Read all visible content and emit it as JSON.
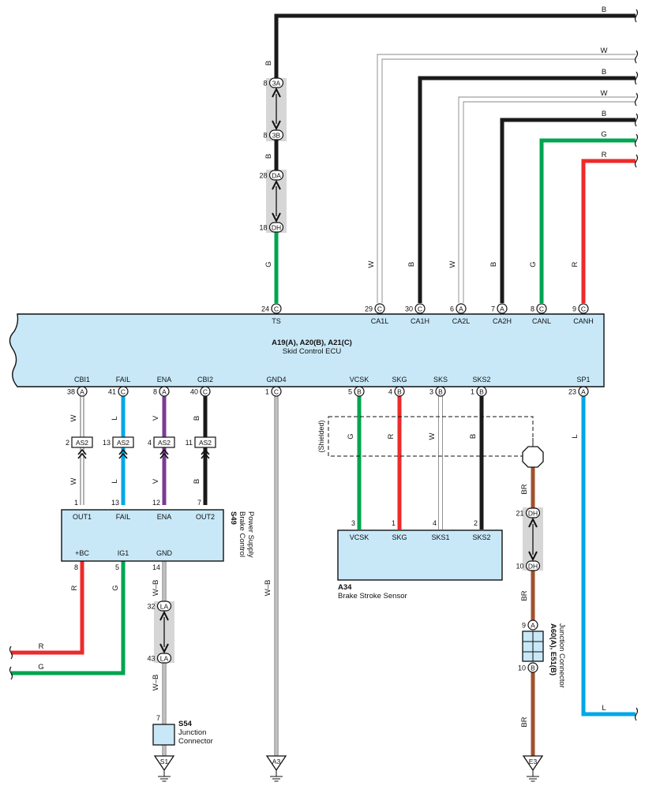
{
  "colors": {
    "B": "#1a1a1a",
    "W": "#ffffff",
    "G": "#00a550",
    "R": "#ee2a2a",
    "L": "#00a7e8",
    "V": "#7a3c96",
    "BR": "#a0522d",
    "W-B": "#ffffff",
    "module_fill": "#c8e8f8",
    "connector_fill": "#d6d6d6"
  },
  "ecu": {
    "name": "A19(A), A20(B), A21(C)",
    "desc": "Skid Control ECU",
    "top_pins": [
      {
        "num": "24",
        "conn": "C",
        "label": "TS"
      },
      {
        "num": "29",
        "conn": "C",
        "label": "CA1L"
      },
      {
        "num": "30",
        "conn": "C",
        "label": "CA1H"
      },
      {
        "num": "6",
        "conn": "A",
        "label": "CA2L"
      },
      {
        "num": "7",
        "conn": "A",
        "label": "CA2H"
      },
      {
        "num": "8",
        "conn": "C",
        "label": "CANL"
      },
      {
        "num": "9",
        "conn": "C",
        "label": "CANH"
      }
    ],
    "bottom_pins": [
      {
        "num": "38",
        "conn": "A",
        "label": "CBI1"
      },
      {
        "num": "41",
        "conn": "C",
        "label": "FAIL"
      },
      {
        "num": "8",
        "conn": "A",
        "label": "ENA"
      },
      {
        "num": "40",
        "conn": "C",
        "label": "CBI2"
      },
      {
        "num": "1",
        "conn": "C",
        "label": "GND4"
      },
      {
        "num": "5",
        "conn": "B",
        "label": "VCSK"
      },
      {
        "num": "4",
        "conn": "B",
        "label": "SKG"
      },
      {
        "num": "3",
        "conn": "B",
        "label": "SKS"
      },
      {
        "num": "1",
        "conn": "B",
        "label": "SKS2"
      },
      {
        "num": "23",
        "conn": "A",
        "label": "SP1"
      }
    ]
  },
  "ts_wire": {
    "upper_color": "B",
    "lower_color": "G",
    "c1_top": {
      "num": "8",
      "conn": "3A"
    },
    "c1_bottom": {
      "num": "8",
      "conn": "3B"
    },
    "c2_top": {
      "num": "28",
      "conn": "DA"
    },
    "c2_bottom": {
      "num": "18",
      "conn": "DH"
    }
  },
  "can_wires": [
    "W",
    "B",
    "W",
    "B",
    "G",
    "R"
  ],
  "right_edge_labels": [
    "B",
    "W",
    "B",
    "W",
    "B",
    "G",
    "R"
  ],
  "as2": {
    "conn": "AS2",
    "pins": [
      "2",
      "13",
      "4",
      "11"
    ],
    "colors": [
      "W",
      "L",
      "V",
      "B"
    ]
  },
  "power_supply": {
    "id": "S49",
    "name": "Brake Control Power Supply",
    "top_pins": [
      {
        "num": "1",
        "label": "OUT1"
      },
      {
        "num": "13",
        "label": "FAIL"
      },
      {
        "num": "12",
        "label": "ENA"
      },
      {
        "num": "7",
        "label": "OUT2"
      }
    ],
    "bottom_pins": [
      {
        "num": "8",
        "label": "+BC",
        "color": "R"
      },
      {
        "num": "5",
        "label": "IG1",
        "color": "G"
      },
      {
        "num": "14",
        "label": "GND",
        "color": "W-B"
      }
    ]
  },
  "left_wires": [
    "R",
    "G"
  ],
  "la_connector": {
    "top": {
      "num": "32",
      "conn": "LA"
    },
    "bottom": {
      "num": "43",
      "conn": "LA"
    }
  },
  "w_b_label": "W–B",
  "s54": {
    "id": "S54",
    "name": "Junction Connector",
    "pin": "7"
  },
  "grounds": [
    "S1",
    "A3",
    "E3"
  ],
  "sensor": {
    "id": "A34",
    "name": "Brake Stroke Sensor",
    "pins": [
      {
        "num": "3",
        "label": "VCSK",
        "color": "G"
      },
      {
        "num": "1",
        "label": "SKG",
        "color": "R"
      },
      {
        "num": "4",
        "label": "SKS1",
        "color": "W"
      },
      {
        "num": "2",
        "label": "SKS2",
        "color": "B"
      }
    ]
  },
  "shielded_label": "(Shielded)",
  "br_wire": {
    "color": "BR",
    "dh_top": {
      "num": "21",
      "conn": "DH"
    },
    "dh_bottom": {
      "num": "10",
      "conn": "DH"
    }
  },
  "junction": {
    "name": "A60(A), E51(B)",
    "desc": "Junction Connector",
    "top": {
      "num": "9",
      "conn": "A"
    },
    "bottom": {
      "num": "10",
      "conn": "B"
    }
  },
  "sp1_wire": {
    "color": "L"
  }
}
